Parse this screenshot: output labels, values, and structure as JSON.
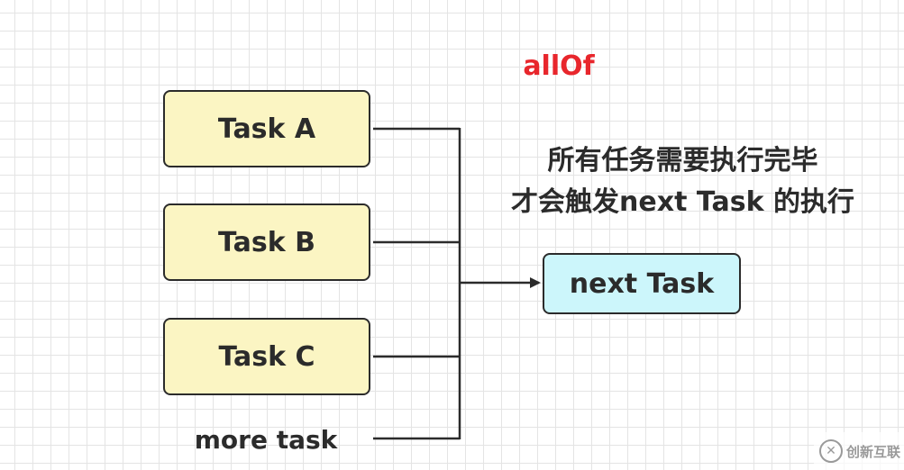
{
  "title": "allOf",
  "tasks": [
    {
      "label": "Task A"
    },
    {
      "label": "Task B"
    },
    {
      "label": "Task C"
    }
  ],
  "more_label": "more task",
  "next_task": {
    "label": "next Task"
  },
  "description": {
    "line1": "所有任务需要执行完毕",
    "line2": "才会触发next Task 的执行"
  },
  "watermark": {
    "text": "创新互联",
    "logo_icon": "swirl-logo-icon"
  },
  "colors": {
    "title": "#e8262c",
    "task_fill": "#fbf5c3",
    "next_fill": "#ccf6fb",
    "stroke": "#2b2b2b"
  }
}
